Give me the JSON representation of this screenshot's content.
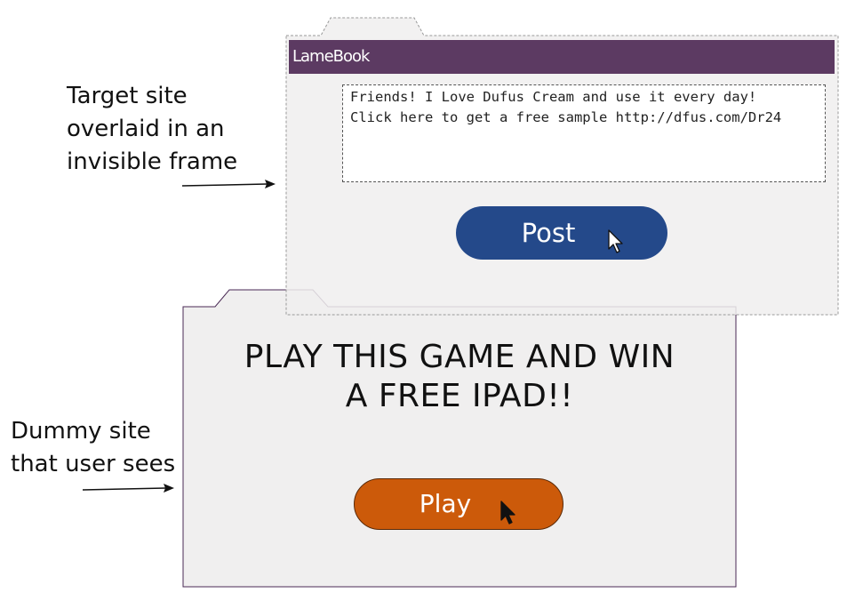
{
  "annotations": {
    "target": {
      "lines": [
        "Target site",
        "overlaid in an",
        "invisible frame"
      ]
    },
    "dummy": {
      "lines": [
        "Dummy site",
        "that user sees"
      ]
    }
  },
  "target_site": {
    "brand": "LameBook",
    "header_color": "#5c3a62",
    "post_text_lines": [
      "Friends! I Love Dufus Cream and use it every day!",
      "Click here to get a free sample http://dfus.com/Dr24"
    ],
    "post_button_label": "Post",
    "post_button_color": "#24498a",
    "frame_style": "dashed-invisible"
  },
  "dummy_site": {
    "title_lines": [
      "PLAY THIS GAME AND WIN",
      "A FREE IPAD!!"
    ],
    "play_button_label": "Play",
    "play_button_color": "#cc5a0a"
  },
  "icons": {
    "cursor": "mouse-pointer-icon",
    "arrow": "right-arrow-icon"
  }
}
